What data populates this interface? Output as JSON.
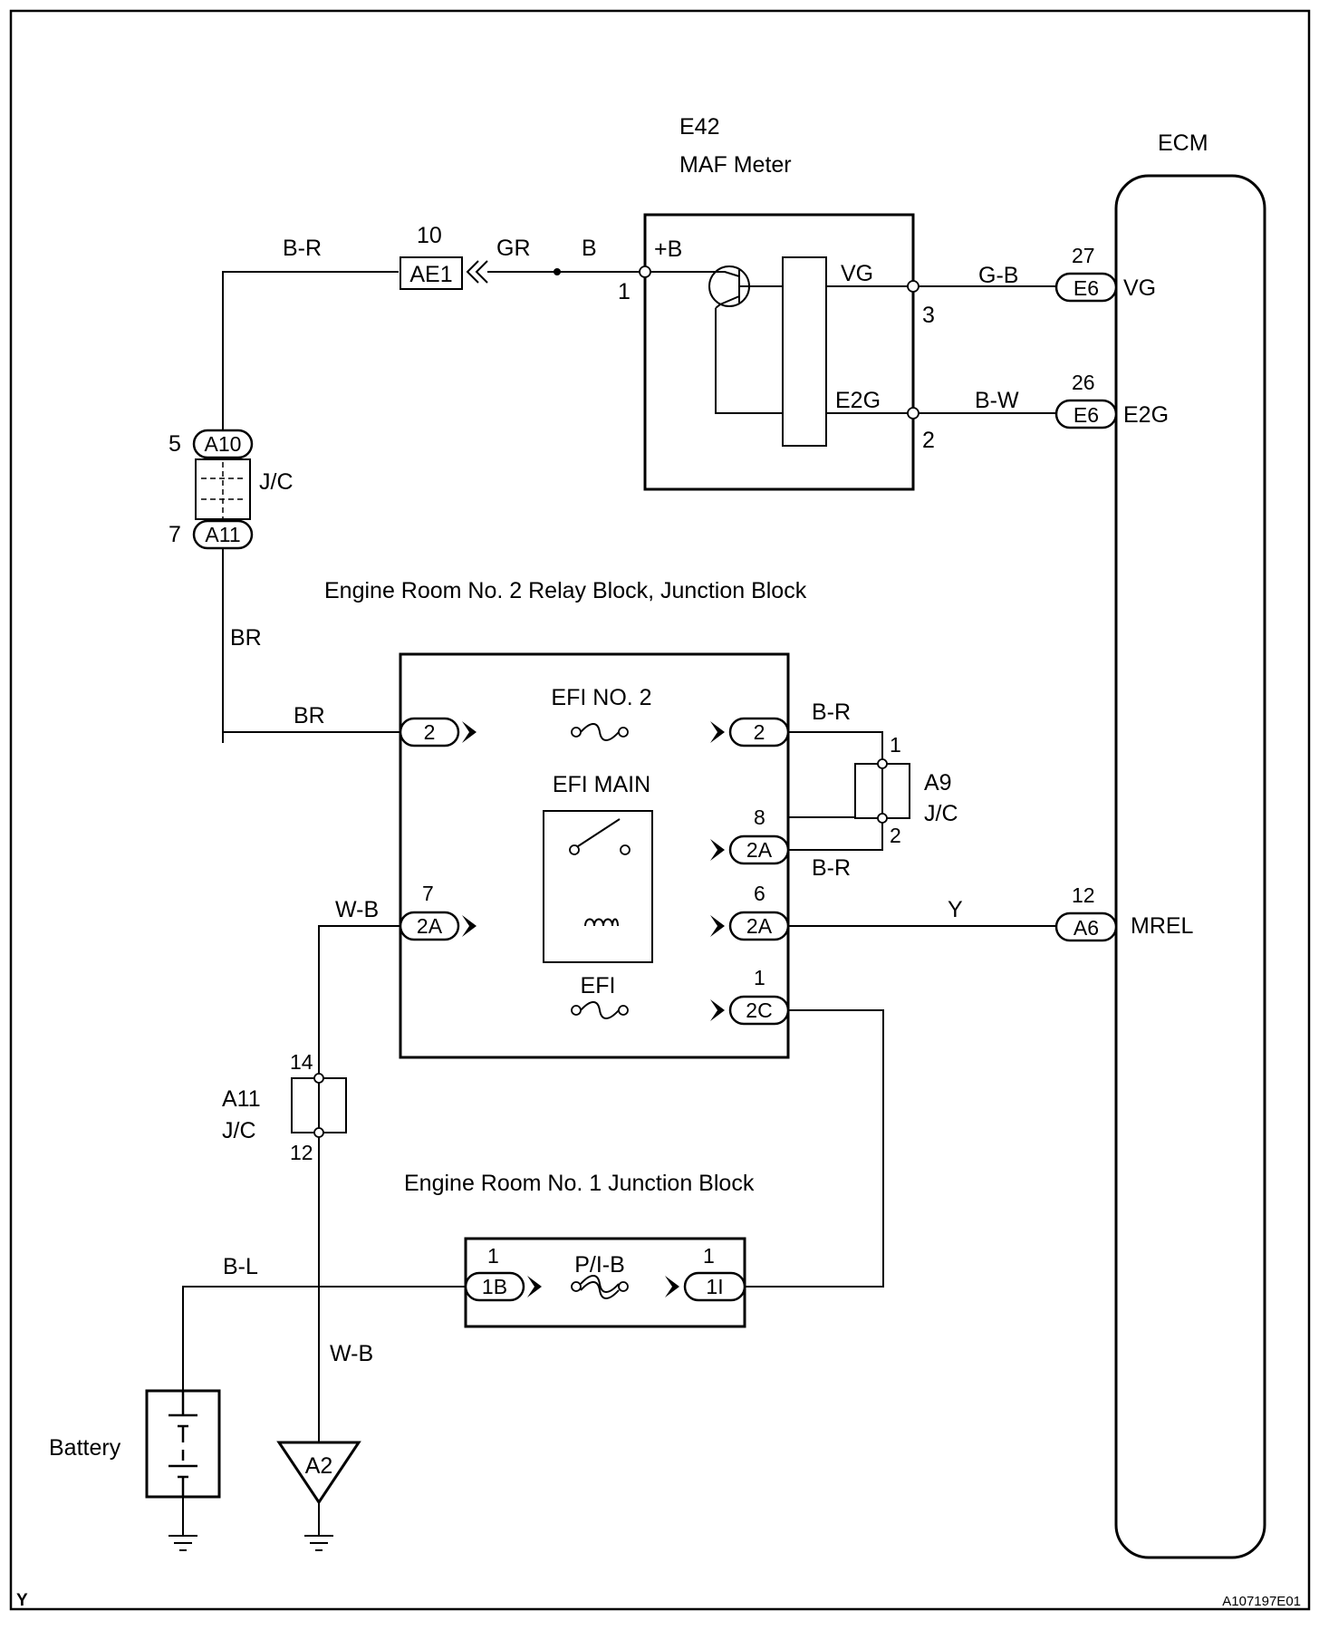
{
  "components": {
    "maf_meter": {
      "ref": "E42",
      "name": "MAF Meter",
      "pins": {
        "plus_b": "+B",
        "vg": "VG",
        "e2g": "E2G"
      },
      "pin_numbers": {
        "plus_b": "1",
        "vg": "3",
        "e2g": "2"
      }
    },
    "ecm": {
      "name": "ECM",
      "pins": {
        "vg": "VG",
        "e2g": "E2G",
        "mrel": "MREL"
      }
    },
    "jc_a10_a11": {
      "label": "J/C",
      "connector_top": "A10",
      "connector_bottom": "A11",
      "pin_top": "5",
      "pin_bottom": "7"
    },
    "jc_a9": {
      "ref": "A9",
      "label": "J/C",
      "pin_top": "1",
      "pin_bottom": "2"
    },
    "jc_a11": {
      "ref": "A11",
      "label": "J/C",
      "pin_top": "14",
      "pin_bottom": "12"
    },
    "relay_block_2": {
      "title": "Engine Room No. 2 Relay Block, Junction Block"
    },
    "junction_block_1": {
      "title": "Engine Room No. 1 Junction Block"
    },
    "battery": {
      "label": "Battery"
    },
    "ground_a2": {
      "label": "A2"
    }
  },
  "fuses": {
    "efi_no2": "EFI NO. 2",
    "efi_main": "EFI MAIN",
    "efi": "EFI",
    "pib": "P/I-B"
  },
  "connectors": {
    "ae1": {
      "name": "AE1",
      "pin": "10"
    },
    "ecm_e6_vg": {
      "name": "E6",
      "pin": "27"
    },
    "ecm_e6_e2g": {
      "name": "E6",
      "pin": "26"
    },
    "ecm_a6_mrel": {
      "name": "A6",
      "pin": "12"
    },
    "rb_left_2": {
      "name": "2"
    },
    "rb_right_2": {
      "name": "2"
    },
    "rb_2a_8": {
      "name": "2A",
      "pin": "8"
    },
    "rb_2a_6": {
      "name": "2A",
      "pin": "6"
    },
    "rb_2a_7": {
      "name": "2A",
      "pin": "7"
    },
    "rb_2c_1": {
      "name": "2C",
      "pin": "1"
    },
    "jb_1b": {
      "name": "1B",
      "pin": "1"
    },
    "jb_1i": {
      "name": "1I",
      "pin": "1"
    }
  },
  "wires": {
    "br_top": "B-R",
    "gr": "GR",
    "b": "B",
    "gb": "G-B",
    "bw": "B-W",
    "br_vert": "BR",
    "br_horiz": "BR",
    "br_a9_top": "B-R",
    "br_a9_bottom": "B-R",
    "y": "Y",
    "wb_top": "W-B",
    "wb_bottom": "W-B",
    "bl": "B-L"
  },
  "footer": {
    "left_mark": "Y",
    "figure_id": "A107197E01"
  }
}
